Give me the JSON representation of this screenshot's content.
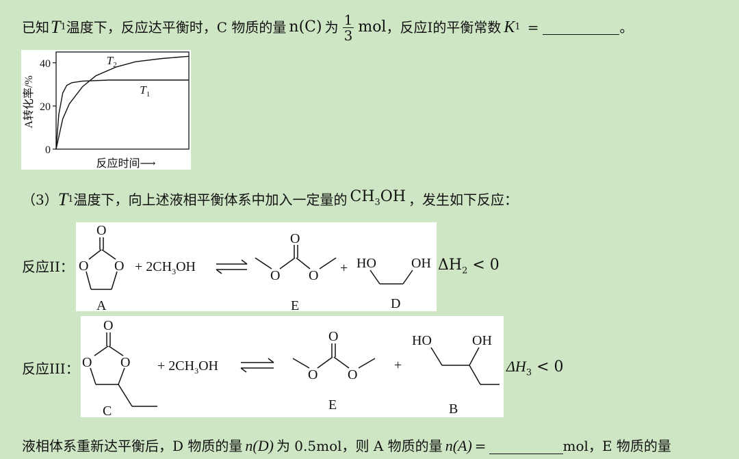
{
  "line1": {
    "p1": "已知",
    "T": "T",
    "Tsub": "1",
    "p2": "温度下，反应达平衡时，C 物质的量",
    "nC": "n(C)",
    "p3": "为",
    "frac_num": "1",
    "frac_den": "3",
    "unit": "mol",
    "p4": "，反应I的平衡常数",
    "K": "K",
    "Ksub": "1",
    "eq": "=",
    "end": "。"
  },
  "chart_data": {
    "type": "line",
    "ylabel": "A转化率/%",
    "xlabel": "反应时间⟶",
    "yticks": [
      "0",
      "20",
      "40"
    ],
    "ylim": [
      0,
      45
    ],
    "x_unlabeled": true,
    "series": [
      {
        "name": "T2",
        "label_main": "T",
        "label_sub": "2",
        "x": [
          0,
          0.05,
          0.1,
          0.2,
          0.3,
          0.45,
          0.6,
          0.8,
          1.0
        ],
        "y": [
          0,
          14,
          21,
          29,
          34,
          38,
          40.5,
          42,
          43
        ]
      },
      {
        "name": "T1",
        "label_main": "T",
        "label_sub": "1",
        "x": [
          0,
          0.02,
          0.05,
          0.08,
          0.12,
          0.2,
          0.4,
          1.0
        ],
        "y": [
          0,
          16,
          26,
          29.5,
          30.8,
          31.5,
          32,
          32
        ]
      }
    ]
  },
  "section3": {
    "num": "（3）",
    "T": "T",
    "Tsub": "1",
    "text1": "温度下，向上述液相平衡体系中加入一定量的",
    "ch3oh_a": "CH",
    "ch3oh_sub": "3",
    "ch3oh_b": "OH",
    "text2": "，发生如下反应："
  },
  "reaction2": {
    "label": "反应II：",
    "plus_methanol_a": "+ 2CH",
    "plus_methanol_sub": "3",
    "plus_methanol_b": "OH",
    "plus": "+",
    "HO": "HO",
    "OH": "OH",
    "O": "O",
    "A": "A",
    "E": "E",
    "D": "D",
    "dH": "ΔH",
    "dHsub": "2",
    "lt0": "< 0"
  },
  "reaction3": {
    "label": "反应III：",
    "plus_methanol_a": "+ 2CH",
    "plus_methanol_sub": "3",
    "plus_methanol_b": "OH",
    "plus": "+",
    "HO": "HO",
    "OH": "OH",
    "O": "O",
    "C": "C",
    "E": "E",
    "B": "B",
    "dH": "ΔH",
    "dHsub": "3",
    "lt0": "< 0"
  },
  "bottom": {
    "p1": "液相体系重新达平衡后，D 物质的量",
    "nD": "n(D)",
    "p2": "为 0.5mol，则 A 物质的量",
    "nA": "n(A)",
    "eq": "=",
    "unit": "mol",
    "p3": "，E 物质的量"
  }
}
